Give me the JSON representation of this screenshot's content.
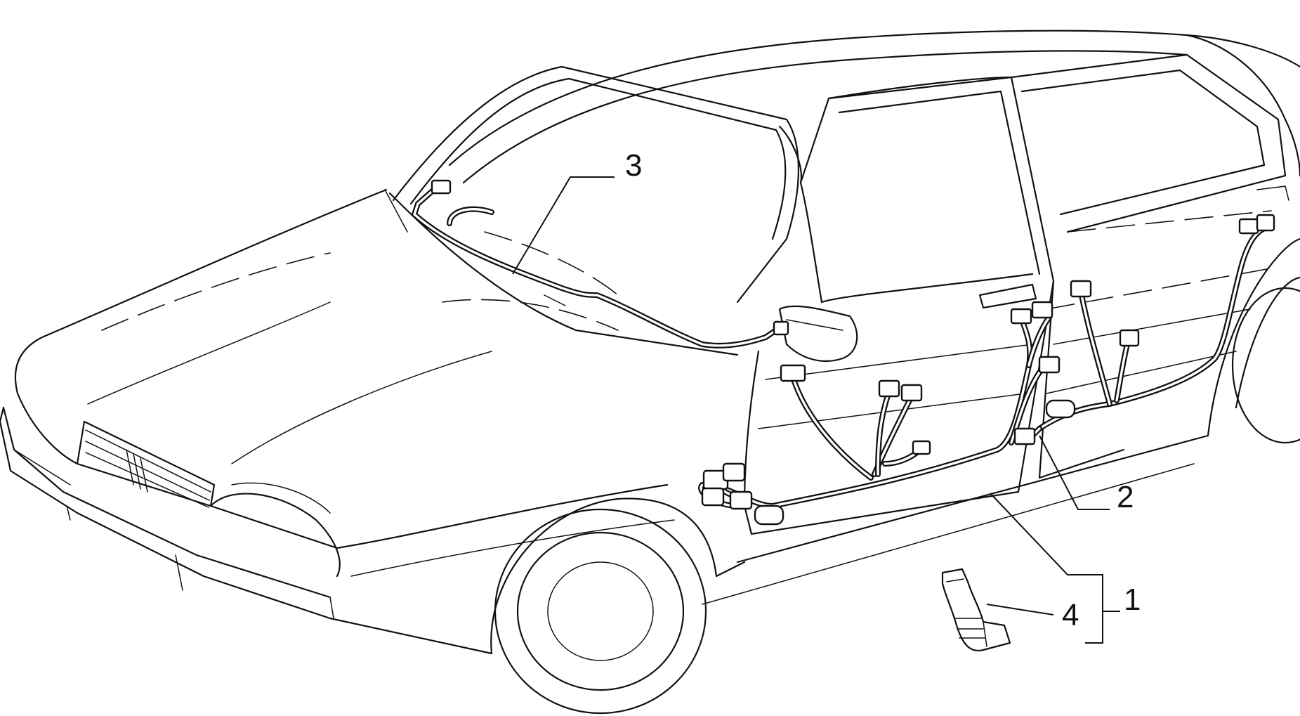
{
  "callouts": {
    "c1": "1",
    "c2": "2",
    "c3": "3",
    "c4": "4"
  },
  "colors": {
    "line": "#111111",
    "background": "#ffffff"
  }
}
